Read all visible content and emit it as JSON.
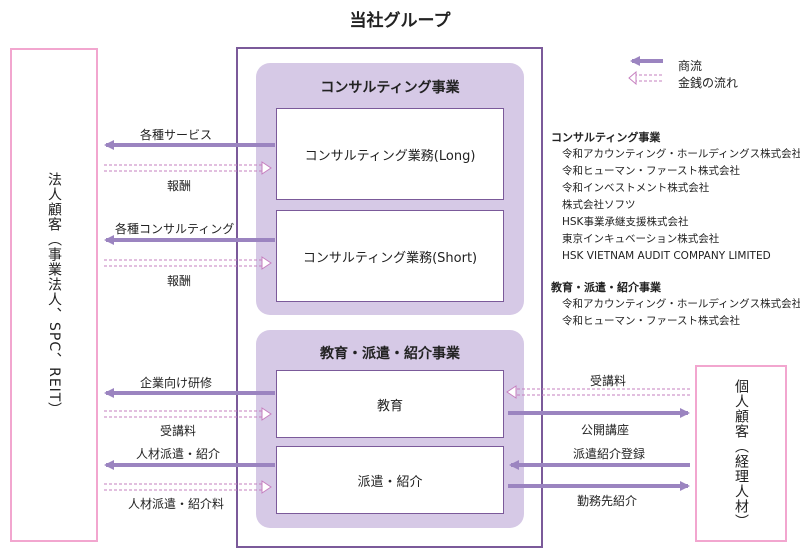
{
  "title": "当社グループ",
  "legend": {
    "commercial_flow": "商流",
    "money_flow": "金銭の流れ"
  },
  "corporate_customers": "法人顧客（事業法人、SPC、REIT）",
  "individual_customers": "個人顧客（経理人材）",
  "sections": {
    "consulting": {
      "title": "コンサルティング事業",
      "services": [
        "コンサルティング業務(Long)",
        "コンサルティング業務(Short)"
      ]
    },
    "education": {
      "title": "教育・派遣・紹介事業",
      "services": [
        "教育",
        "派遣・紹介"
      ]
    }
  },
  "flows_left": [
    {
      "service": "各種サービス",
      "payment": "報酬"
    },
    {
      "service": "各種コンサルティング",
      "payment": "報酬"
    },
    {
      "service": "企業向け研修",
      "payment": "受講料"
    },
    {
      "service": "人材派遣・紹介",
      "payment": "人材派遣・紹介料"
    }
  ],
  "flows_right": {
    "tuition": "受講料",
    "public_course": "公開講座",
    "registration": "派遣紹介登録",
    "job_introduction": "勤務先紹介"
  },
  "companies": {
    "consulting": {
      "title": "コンサルティング事業",
      "items": [
        "令和アカウンティング・ホールディングス株式会社",
        "令和ヒューマン・ファースト株式会社",
        "令和インベストメント株式会社",
        "株式会社ソフツ",
        "HSK事業承継支援株式会社",
        "東京インキュベーション株式会社",
        "HSK VIETNAM AUDIT COMPANY LIMITED"
      ]
    },
    "education": {
      "title": "教育・派遣・紹介事業",
      "items": [
        "令和アカウンティング・ホールディングス株式会社",
        "令和ヒューマン・ファースト株式会社"
      ]
    }
  },
  "colors": {
    "arrow": "#9b84c0",
    "money_arrow": "#c67fbf",
    "group_border": "#7b5a9a",
    "section_fill": "#d6c9e6",
    "customer_border": "#f2a6cf"
  }
}
